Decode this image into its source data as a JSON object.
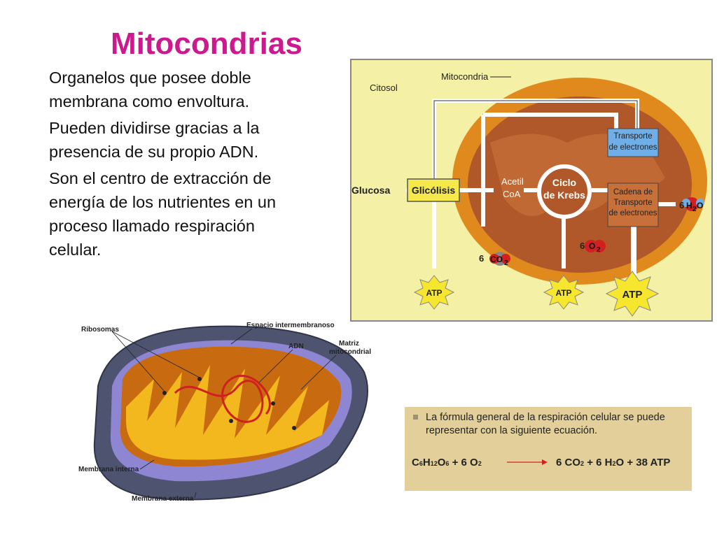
{
  "slide": {
    "title": "Mitocondrias",
    "bullets": [
      {
        "line1": "Organelos que posee doble",
        "line2": "membrana como envoltura."
      },
      {
        "line1": "Pueden dividirse gracias a la",
        "line2": "presencia de su propio ADN."
      },
      {
        "line1": "Son el centro de extracción de",
        "line2": "energía de los nutrientes en un",
        "line3": "proceso llamado respiración",
        "line4": "celular."
      }
    ]
  },
  "diagram": {
    "citosol": "Citosol",
    "mitocondria": "Mitocondria",
    "glucosa": "Glucosa",
    "glicolisis": "Glicólisis",
    "acetil": "Acetil",
    "coa": "CoA",
    "ciclo": "Ciclo",
    "krebs": "de Krebs",
    "transporte1": "Transporte",
    "transporte2": "de electrones",
    "cadena1": "Cadena de",
    "cadena2": "Transporte",
    "cadena3": "de electrones",
    "atp": "ATP",
    "co2_count": "6",
    "co2_mol": "CO",
    "co2_sub": "2",
    "o2_count": "6",
    "o2_mol": "O",
    "o2_sub": "2",
    "h2o_count": "6",
    "h2o_mol_h": "H",
    "h2o_sub": "2",
    "h2o_mol_o": "O"
  },
  "illustration": {
    "ribosomas": "Ribosomas",
    "espacio": "Espacio intermembranoso",
    "adn": "ADN",
    "matriz1": "Matriz",
    "matriz2": "mitocondrial",
    "membrana_interna": "Membrana interna",
    "membrana_externa": "Membrana externa"
  },
  "formula": {
    "intro": "La fórmula general de la respiración celular se puede representar con la siguiente ecuación.",
    "c": "C",
    "c_sub": "6",
    "h": "H",
    "h_sub": "12",
    "o": "O",
    "o_sub": "6",
    "plus1": " + 6 O",
    "o2_sub": "2",
    "right_a": "6 CO",
    "right_a_sub": "2",
    "right_b": " + 6 H",
    "right_b_sub": "2",
    "right_c": "O + 38 ATP"
  },
  "colors": {
    "title": "#cc1a8e",
    "diagram_bg": "#f4f0a6",
    "mito_orange": "#e08a1e",
    "mito_brown": "#b0582a",
    "box_yellow": "#f5e84a",
    "box_blue": "#6faee6",
    "atp_yellow": "#f6e62e",
    "formula_bg": "#e3cf9a",
    "arrow_red": "#d22020"
  }
}
